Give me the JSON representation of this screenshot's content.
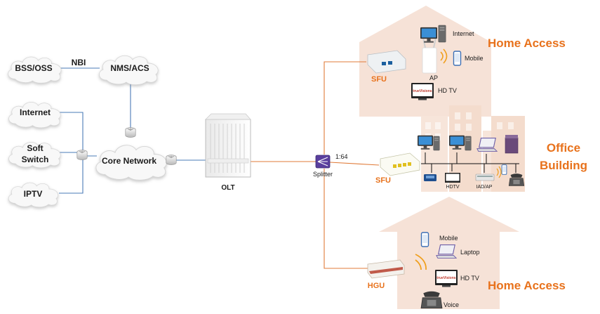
{
  "diagram": {
    "clouds": {
      "bss_oss": "BSS/OSS",
      "nms_acs": "NMS/ACS",
      "internet": "Internet",
      "soft_switch_line1": "Soft",
      "soft_switch_line2": "Switch",
      "iptv": "IPTV",
      "core_network": "Core Network"
    },
    "links": {
      "nbi": "NBI",
      "split_ratio": "1:64"
    },
    "devices": {
      "olt": "OLT",
      "splitter": "Splitter",
      "sfu_home": "SFU",
      "sfu_office": "SFU",
      "hgu": "HGU"
    },
    "home_top": {
      "title": "Home Access",
      "internet": "Internet",
      "mobile": "Mobile",
      "ap": "AP",
      "hdtv": "HD TV"
    },
    "office": {
      "title_line1": "Office",
      "title_line2": "Building",
      "hdtv": "HDTV",
      "iad_ap": "IAD/AP"
    },
    "home_bottom": {
      "title": "Home Access",
      "mobile": "Mobile",
      "laptop": "Laptop",
      "hdtv": "HD TV",
      "voice": "Voice"
    },
    "tv_screen_text": "trueVisions",
    "colors": {
      "orange": "#e8721c",
      "fiber": "#e07b39",
      "blue_line": "#4a7bb7",
      "house": "#f6e2d7"
    }
  }
}
